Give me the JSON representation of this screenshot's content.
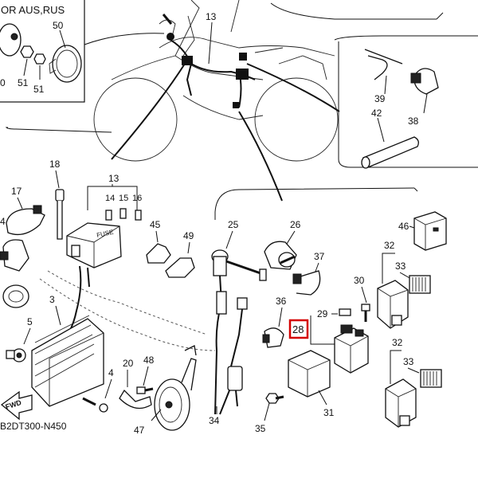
{
  "inset_header": "OR AUS,RUS",
  "diagram_code": "B2DT300-N450",
  "fwd_label": "FWD",
  "fuse_label": "FUSE",
  "highlight_color": "#d40000",
  "callouts": {
    "n0": "0",
    "n3": "3",
    "n4a": "4",
    "n4b": "4",
    "n5": "5",
    "n13a": "13",
    "n13b": "13",
    "n14": "14",
    "n15": "15",
    "n16": "16",
    "n17": "17",
    "n18": "18",
    "n20": "20",
    "n25": "25",
    "n26": "26",
    "n28": "28",
    "n29": "29",
    "n30": "30",
    "n31": "31",
    "n32a": "32",
    "n32b": "32",
    "n33a": "33",
    "n33b": "33",
    "n34": "34",
    "n35": "35",
    "n36": "36",
    "n37": "37",
    "n38": "38",
    "n39": "39",
    "n42": "42",
    "n45": "45",
    "n46": "46",
    "n47": "47",
    "n48": "48",
    "n49": "49",
    "n50": "50",
    "n51a": "51",
    "n51b": "51"
  }
}
